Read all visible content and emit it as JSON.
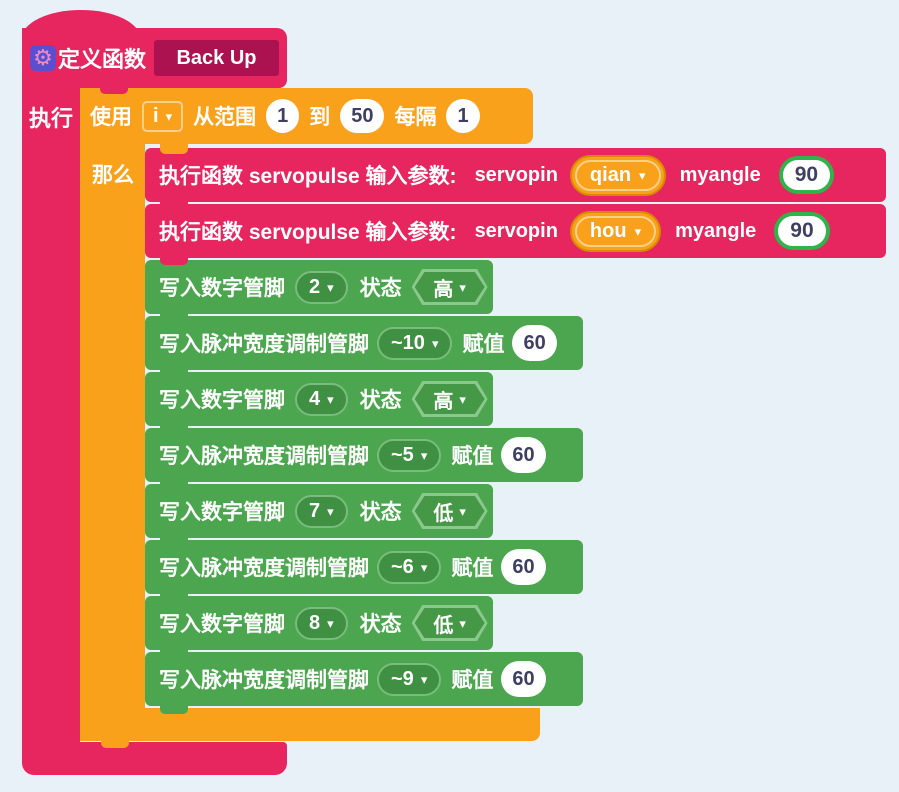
{
  "colors": {
    "background": "#E9F1F8",
    "pink": "#E7255F",
    "pink_dark_field": "#AC1150",
    "orange": "#F9A11B",
    "orange_border_light": "#FDD08A",
    "orange_border_dark": "#D88A00",
    "green": "#4CA64F",
    "green_field": "#3F9043",
    "green_pill_border": "#79BD7C",
    "green_hex_border": "#8BC88D",
    "green_hex_fill": "#459946",
    "value_text": "#3F3F63",
    "ring_green": "#30B44A",
    "gear_bg": "#5A4FD0",
    "gear_glyph": "#F08BBE"
  },
  "icons": {
    "gear": "⚙",
    "dropdown_arrow": "▾"
  },
  "function_block": {
    "define_label": "定义函数",
    "name_value": "Back Up",
    "body_label": "执行"
  },
  "loop_block": {
    "use_label": "使用",
    "variable": "i",
    "range_label": "从范围",
    "from": "1",
    "to_label": "到",
    "to": "50",
    "step_label": "每隔",
    "step": "1",
    "then_label": "那么"
  },
  "statements": [
    {
      "type": "function_call",
      "label": "执行函数 servopulse 输入参数:",
      "param1_label": "servopin",
      "param1_value": "qian",
      "param2_label": "myangle",
      "param2_value": "90"
    },
    {
      "type": "function_call",
      "label": "执行函数 servopulse 输入参数:",
      "param1_label": "servopin",
      "param1_value": "hou",
      "param2_label": "myangle",
      "param2_value": "90"
    },
    {
      "type": "digital_write",
      "label": "写入数字管脚",
      "pin": "2",
      "state_label": "状态",
      "state_value": "高"
    },
    {
      "type": "pwm_write",
      "label": "写入脉冲宽度调制管脚",
      "pin": "~10",
      "value_label": "赋值",
      "value": "60"
    },
    {
      "type": "digital_write",
      "label": "写入数字管脚",
      "pin": "4",
      "state_label": "状态",
      "state_value": "高"
    },
    {
      "type": "pwm_write",
      "label": "写入脉冲宽度调制管脚",
      "pin": "~5",
      "value_label": "赋值",
      "value": "60"
    },
    {
      "type": "digital_write",
      "label": "写入数字管脚",
      "pin": "7",
      "state_label": "状态",
      "state_value": "低"
    },
    {
      "type": "pwm_write",
      "label": "写入脉冲宽度调制管脚",
      "pin": "~6",
      "value_label": "赋值",
      "value": "60"
    },
    {
      "type": "digital_write",
      "label": "写入数字管脚",
      "pin": "8",
      "state_label": "状态",
      "state_value": "低"
    },
    {
      "type": "pwm_write",
      "label": "写入脉冲宽度调制管脚",
      "pin": "~9",
      "value_label": "赋值",
      "value": "60"
    }
  ]
}
